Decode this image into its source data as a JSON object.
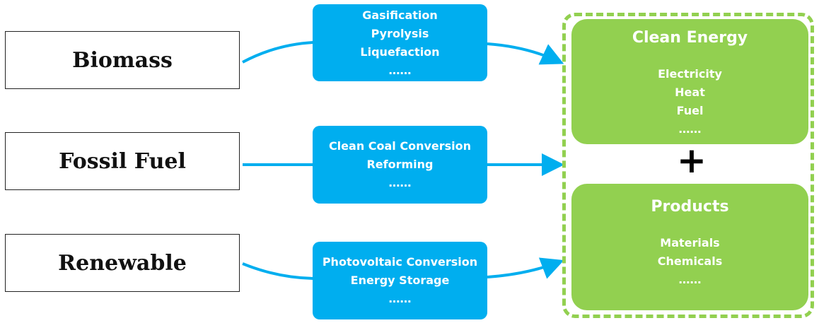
{
  "sources": [
    "Biomass",
    "Fossil Fuel",
    "Renewable"
  ],
  "processes": [
    [
      "Gasification",
      "Pyrolysis",
      "Liquefaction",
      "……"
    ],
    [
      "Clean Coal Conversion",
      "Reforming",
      "……"
    ],
    [
      "Photovoltaic Conversion",
      "Energy Storage",
      "……"
    ]
  ],
  "outputs": {
    "clean_energy": {
      "title": "Clean Energy",
      "items": [
        "Electricity",
        "Heat",
        "Fuel",
        "……"
      ]
    },
    "plus": "+",
    "products": {
      "title": "Products",
      "items": [
        "Materials",
        "Chemicals",
        "……"
      ]
    }
  },
  "colors": {
    "process": "#00aeef",
    "output": "#92d050",
    "arrow": "#00aeef"
  }
}
